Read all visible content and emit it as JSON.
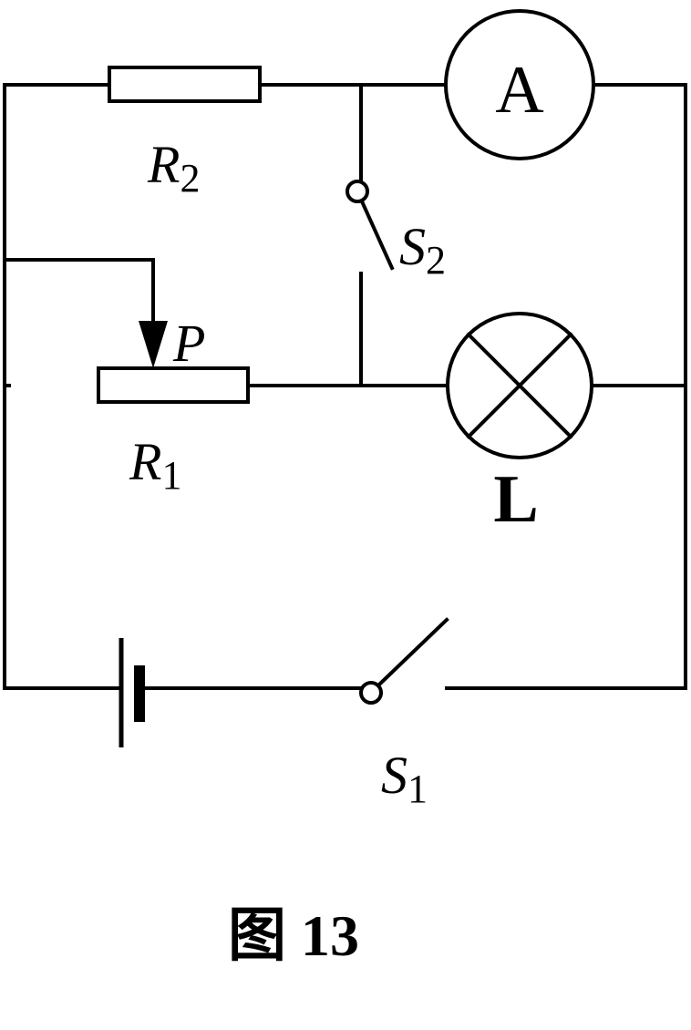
{
  "components": {
    "r2": {
      "symbol": "R",
      "subscript": "2"
    },
    "r1": {
      "symbol": "R",
      "subscript": "1"
    },
    "slider": {
      "label": "P"
    },
    "ammeter": {
      "label": "A"
    },
    "lamp": {
      "label": "L"
    },
    "s1": {
      "symbol": "S",
      "subscript": "1"
    },
    "s2": {
      "symbol": "S",
      "subscript": "2"
    }
  },
  "caption": "图 13"
}
